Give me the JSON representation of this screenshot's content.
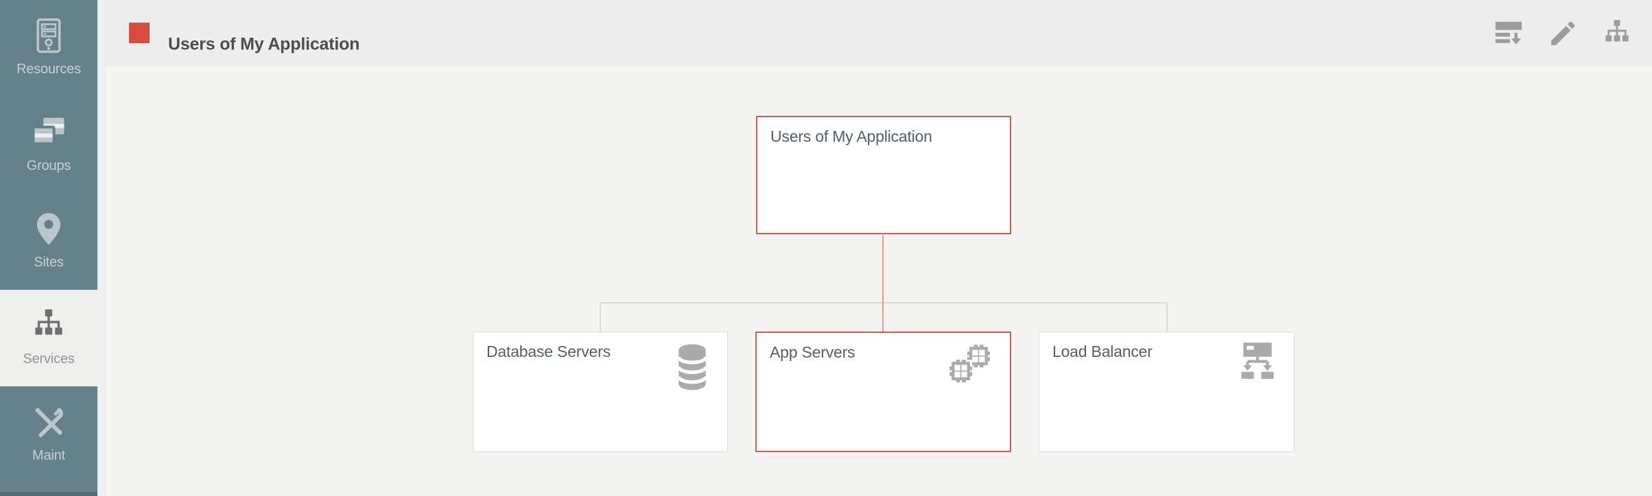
{
  "sidebar": {
    "items": [
      {
        "label": "Resources",
        "icon": "server-tower-icon",
        "active": false
      },
      {
        "label": "Groups",
        "icon": "server-group-icon",
        "active": false
      },
      {
        "label": "Sites",
        "icon": "map-pin-icon",
        "active": false
      },
      {
        "label": "Services",
        "icon": "service-tree-icon",
        "active": true
      },
      {
        "label": "Maint",
        "icon": "tools-icon",
        "active": false
      }
    ]
  },
  "header": {
    "title": "Users of My Application",
    "status_color": "#d74c41",
    "toolbar": [
      {
        "name": "collapse-list",
        "icon": "list-collapse-icon"
      },
      {
        "name": "edit",
        "icon": "pencil-icon"
      },
      {
        "name": "hierarchy-view",
        "icon": "hierarchy-icon"
      }
    ]
  },
  "tree": {
    "root": {
      "label": "Users of My Application",
      "selected": true
    },
    "children": [
      {
        "label": "Database Servers",
        "icon": "database-icon",
        "selected": false
      },
      {
        "label": "App Servers",
        "icon": "app-modules-icon",
        "selected": true
      },
      {
        "label": "Load Balancer",
        "icon": "load-balancer-icon",
        "selected": false
      }
    ]
  },
  "colors": {
    "accent_red": "#d8584c",
    "sidebar_slate": "#64808a",
    "connector_red": "#e69a92",
    "connector_gray": "#d9d9d8"
  }
}
